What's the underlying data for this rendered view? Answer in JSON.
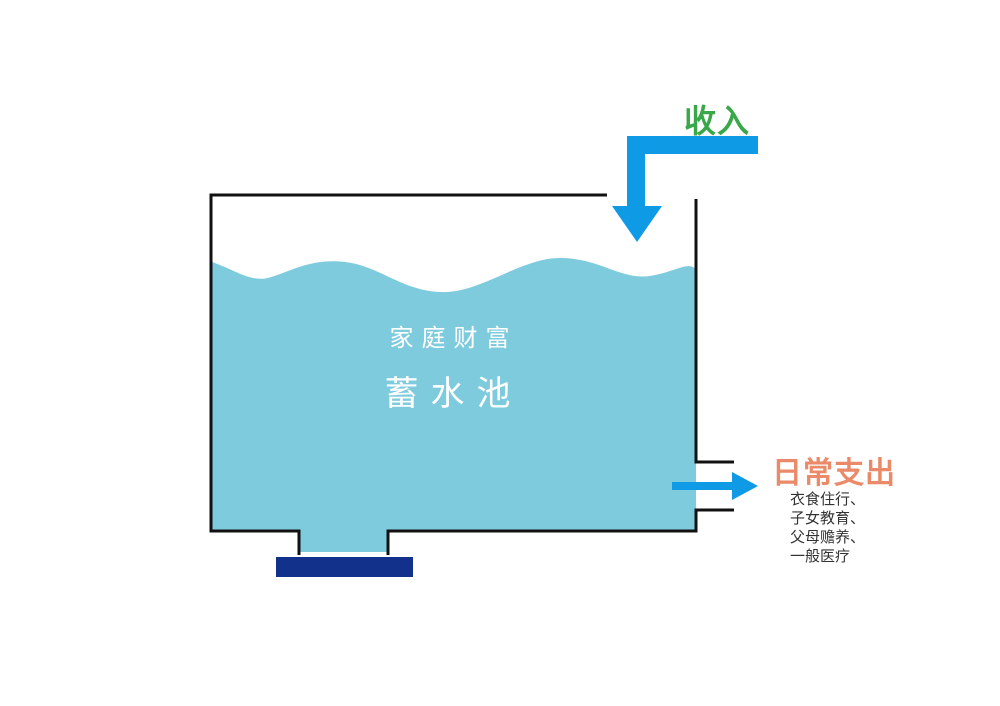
{
  "diagram": {
    "title": "家庭财富蓄水池",
    "pool": {
      "line1": "家庭财富",
      "line2": "蓄水池",
      "water_color": "#7ecbde",
      "outline_color": "#111111"
    },
    "income": {
      "label": "收入",
      "label_color": "#3aa84a",
      "arrow_color": "#0e9ae4"
    },
    "expense": {
      "label": "日常支出",
      "label_color": "#ea8a68",
      "arrow_color": "#0e9ae4",
      "items": [
        "衣食住行、",
        "子女教育、",
        "父母赡养、",
        "一般医疗"
      ]
    },
    "base": {
      "color": "#12318a"
    }
  }
}
